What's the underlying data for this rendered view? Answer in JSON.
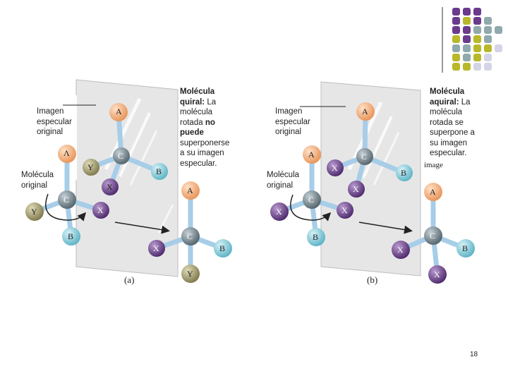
{
  "panel_a": {
    "mirror_label": "Imagen\nespecular\noriginal",
    "original_label": "Molécula\noriginal",
    "desc_title": "Molécula\nquiral:",
    "desc_mid1": "La\nmolécula\nrotada",
    "desc_no": "no",
    "desc_puede": "puede",
    "desc_end": "superponerse\na su imagen\nespecular.",
    "caption": "(a)",
    "atoms": {
      "a": "A",
      "b": "B",
      "c": "C",
      "x": "X",
      "y": "Y"
    },
    "mirror_partial_letter": "Λ"
  },
  "panel_b": {
    "mirror_label": "Imagen\nespecular\noriginal",
    "original_label": "Molécula\noriginal",
    "desc_title": "Molécula\naquiral:",
    "desc_rest": "La\nmolécula\nrotada se\nsuperpone a\nsu imagen\nespecular.",
    "image_fragment": "image",
    "caption": "(b)",
    "atoms": {
      "a": "A",
      "b": "B",
      "c": "C",
      "x": "X"
    }
  },
  "page_number": "18",
  "colors": {
    "purple": "#6b3a8c",
    "olive": "#b8b82a",
    "teal": "#8fa9ad",
    "lavender": "#d4d4e8",
    "atom_A": "#f4b47e",
    "atom_B": "#8fd0dd",
    "atom_C": "#7f929a",
    "atom_X": "#7b4a9c",
    "atom_Y": "#b3ac7a",
    "bond": "#a7cde8",
    "mirror": "#e7e7e8"
  }
}
